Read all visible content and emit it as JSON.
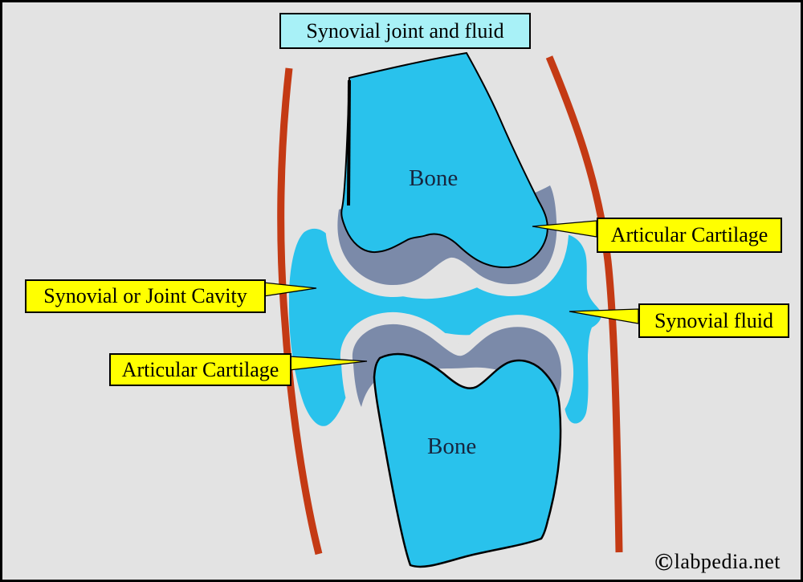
{
  "title": "Synovial joint and fluid",
  "parts": {
    "bone_upper": "Bone",
    "bone_lower": "Bone"
  },
  "callouts": {
    "articular_cartilage_upper": "Articular Cartilage",
    "synovial_cavity": "Synovial or Joint Cavity",
    "synovial_fluid": "Synovial fluid",
    "articular_cartilage_lower": "Articular Cartilage"
  },
  "watermark": {
    "symbol": "©",
    "text": "labpedia.net"
  },
  "colors": {
    "background": "#E3E3E3",
    "bone": "#29C2EC",
    "fluid": "#29C2EC",
    "cartilage": "#7B8AA9",
    "capsule_red": "#C43A14",
    "label_bg": "#FFFF00",
    "title_bg": "#A8F1F7",
    "outline": "#000000",
    "bone_text": "#17263F"
  }
}
